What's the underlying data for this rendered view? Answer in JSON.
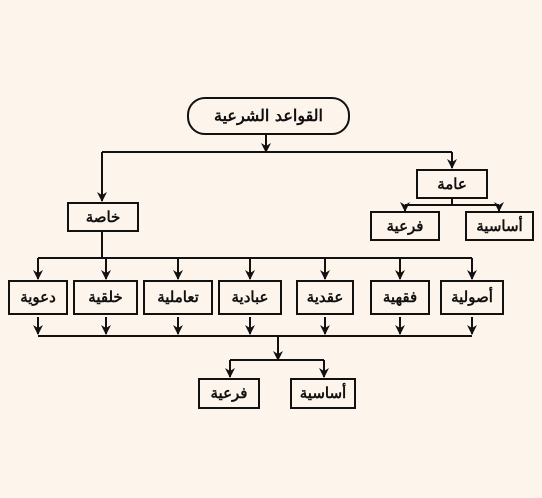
{
  "diagram": {
    "root": "القواعد الشرعية",
    "general": {
      "label": "عامة",
      "children": [
        "أساسية",
        "فرعية"
      ]
    },
    "specific": {
      "label": "خاصة",
      "categories": [
        "أصولية",
        "فقهية",
        "عقدية",
        "عبادية",
        "تعاملية",
        "خلقية",
        "دعوية"
      ],
      "children": [
        "أساسية",
        "فرعية"
      ]
    }
  },
  "colors": {
    "background": "#fdf5ec",
    "ink": "#111111"
  }
}
